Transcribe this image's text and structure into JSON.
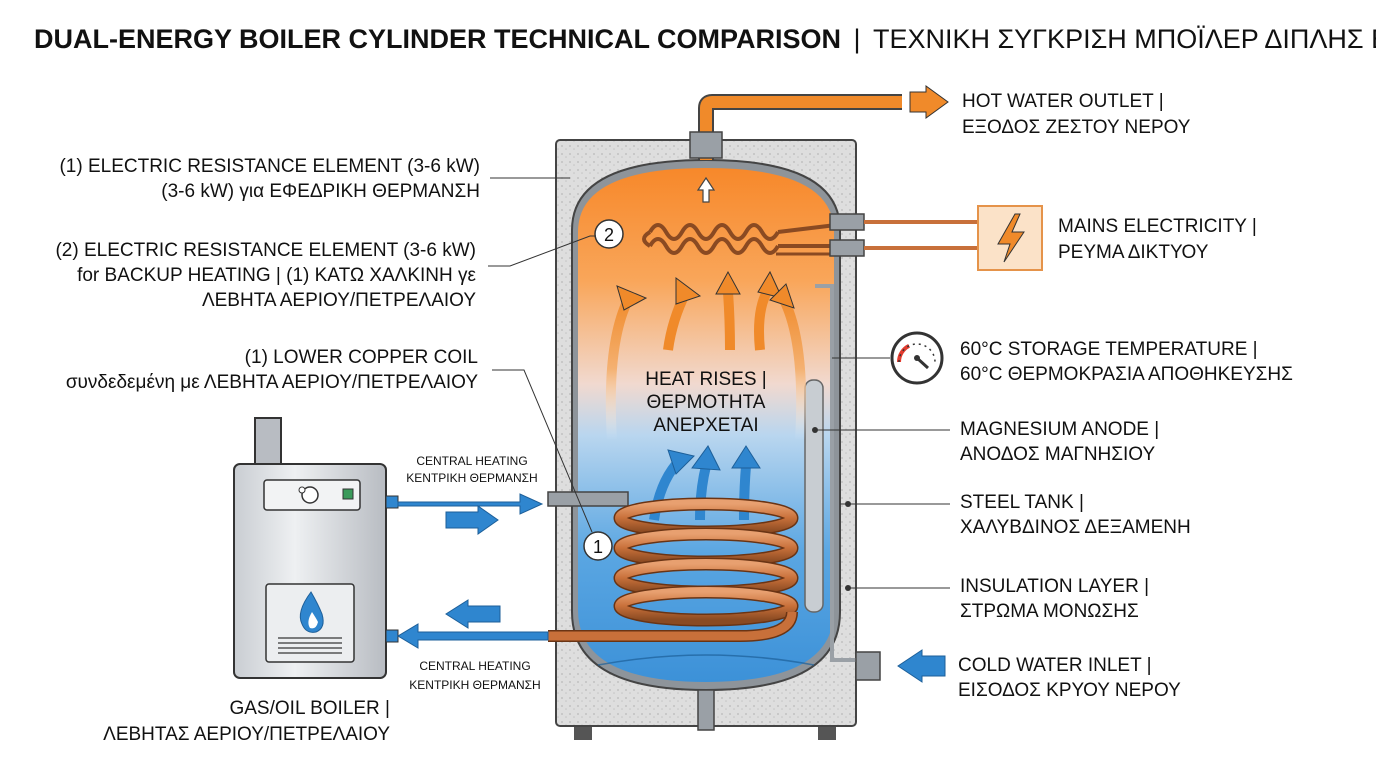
{
  "title": {
    "main": "DUAL-ENERGY BOILER CYLINDER TECHNICAL COMPARISON",
    "separator": "|",
    "greek": "ΤΕΧΝΙΚΗ ΣΥΓΚΡΙΣΗ ΜΠΟΪΛΕΡ ΔΙΠΛΗΣ ΕΝΕΡΓΕΙΑΣ"
  },
  "left_labels": {
    "element1": [
      "(1) ELECTRIC RESISTANCE ELEMENT (3-6 kW)",
      "(3-6 kW) για ΕΦΕΔΡΙΚΗ ΘΕΡΜΑΝΣΗ"
    ],
    "element2": [
      "(2) ELECTRIC RESISTANCE ELEMENT (3-6 kW)",
      "for BACKUP HEATING | (1) ΚΑΤΩ ΧΑΛΚΙΝΗ γε",
      "ΛΕΒΗΤΑ ΑΕΡΙΟΥ/ΠΕΤΡΕΛΑΙΟΥ"
    ],
    "copper_coil": [
      "(1) LOWER COPPER COIL",
      "συνδεδεμένη με ΛΕΒΗΤΑ ΑΕΡΙΟΥ/ΠΕΤΡΕΛΑΙΟΥ"
    ]
  },
  "right_labels": {
    "hot_outlet": [
      "HOT WATER OUTLET |",
      "ΕΞΟΔΟΣ ΖΕΣΤΟΥ ΝΕΡΟΥ"
    ],
    "mains": [
      "MAINS ELECTRICITY |",
      "ΡΕΥΜΑ ΔΙΚΤΥΟΥ"
    ],
    "storage_temp": [
      "60°C STORAGE TEMPERATURE |",
      "60°C ΘΕΡΜΟΚΡΑΣΙΑ ΑΠΟΘΗΚΕΥΣΗΣ"
    ],
    "anode": [
      "MAGNESIUM ANODE |",
      "ΑΝΟΔΟΣ ΜΑΓΝΗΣΙΟΥ"
    ],
    "steel_tank": [
      "STEEL TANK |",
      "ΧΑΛΥΒΔΙΝΟΣ ΔΕΞΑΜΕΝΗ"
    ],
    "insulation": [
      "INSULATION LAYER |",
      "ΣΤΡΩΜΑ ΜΟΝΩΣΗΣ"
    ],
    "cold_inlet": [
      "COLD WATER INLET |",
      "ΕΙΣΟΔΟΣ ΚΡΥΟΥ ΝΕΡΟΥ"
    ]
  },
  "center_text": [
    "HEAT RISES |",
    "ΘΕΡΜΟΤΗΤΑ",
    "ΑΝΕΡΧΕΤΑΙ"
  ],
  "central_heating_top": [
    "CENTRAL HEATING",
    "ΚΕΝΤΡΙΚΗ ΘΕΡΜΑΝΣΗ"
  ],
  "central_heating_bottom": [
    "CENTRAL HEATING",
    "ΚΕΝΤΡΙΚΗ ΘΕΡΜΑΝΣΗ"
  ],
  "boiler_label": [
    "GAS/OIL BOILER |",
    "ΛΕΒΗΤΑΣ ΑΕΡΙΟΥ/ΠΕΤΡΕΛΑΙΟΥ"
  ],
  "markers": {
    "upper": "2",
    "lower": "1"
  },
  "colors": {
    "hot": "#f08a2a",
    "cold": "#2f86cf",
    "copper": "#c8703a",
    "insulation": "#dcdcdc",
    "steel": "#9aa0a6",
    "electric_box": "#fbe2c8"
  }
}
